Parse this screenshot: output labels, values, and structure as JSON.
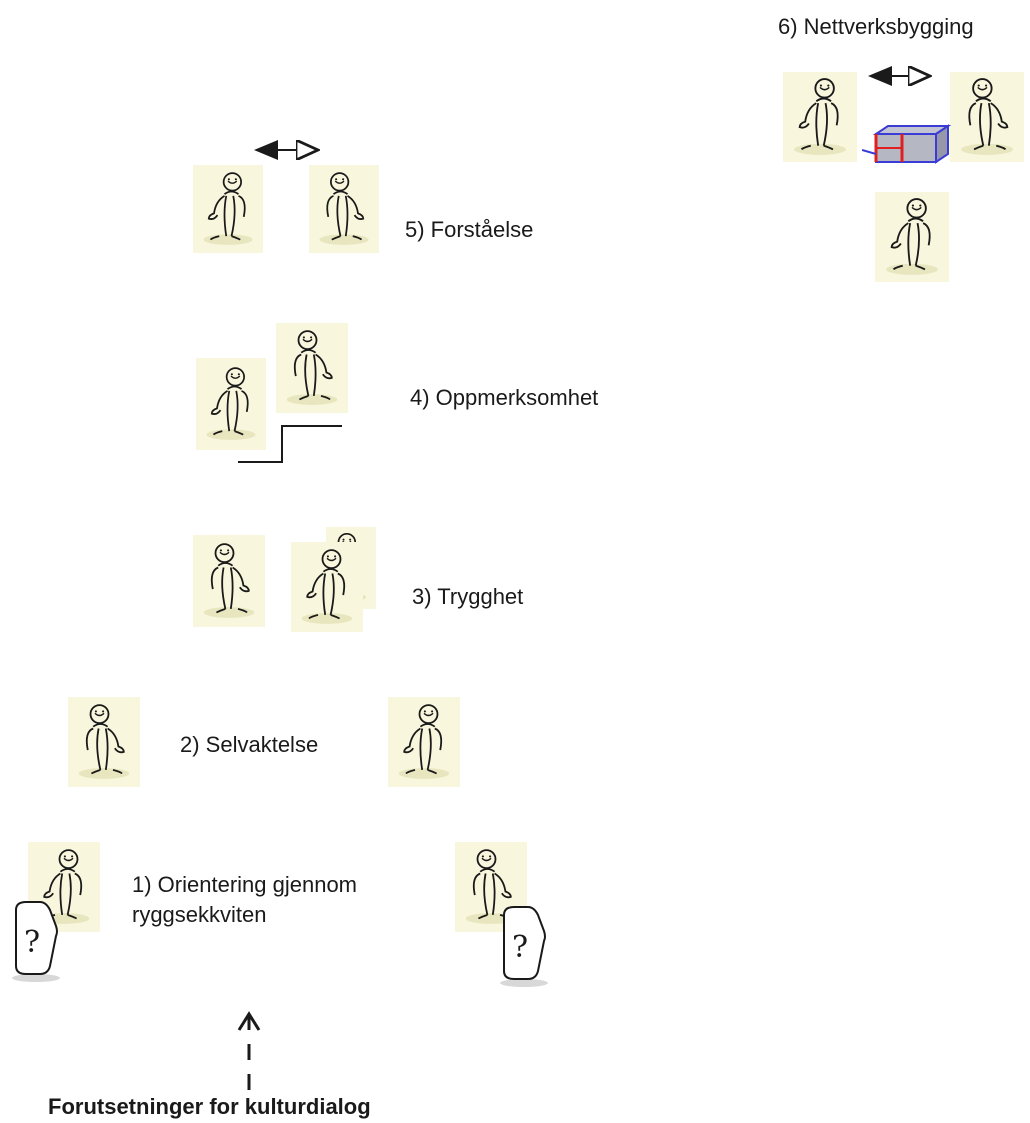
{
  "labels": {
    "step1_line1": "1) Orientering gjennom",
    "step1_line2": "ryggsekkviten",
    "step2": "2) Selvaktelse",
    "step3": "3) Trygghet",
    "step4": "4) Oppmerksomhet",
    "step5": "5) Forståelse",
    "step6": "6) Nettverksbygging"
  },
  "footer": {
    "title": "Forutsetninger for kulturdialog"
  },
  "backpack_symbol": "?",
  "icons": {
    "person": "stick-figure-icon",
    "backpack": "backpack-question-icon",
    "arrow_bidirectional": "double-arrow-icon",
    "arrow_up": "dashed-up-arrow-icon",
    "step": "stair-step-icon",
    "network": "3d-box-network-icon"
  },
  "colors": {
    "figure_background": "#f8f6dc",
    "line": "#1a1a1a",
    "box_blue": "#3b3bd6",
    "box_red": "#e02020",
    "box_fill": "#a8aab8"
  }
}
